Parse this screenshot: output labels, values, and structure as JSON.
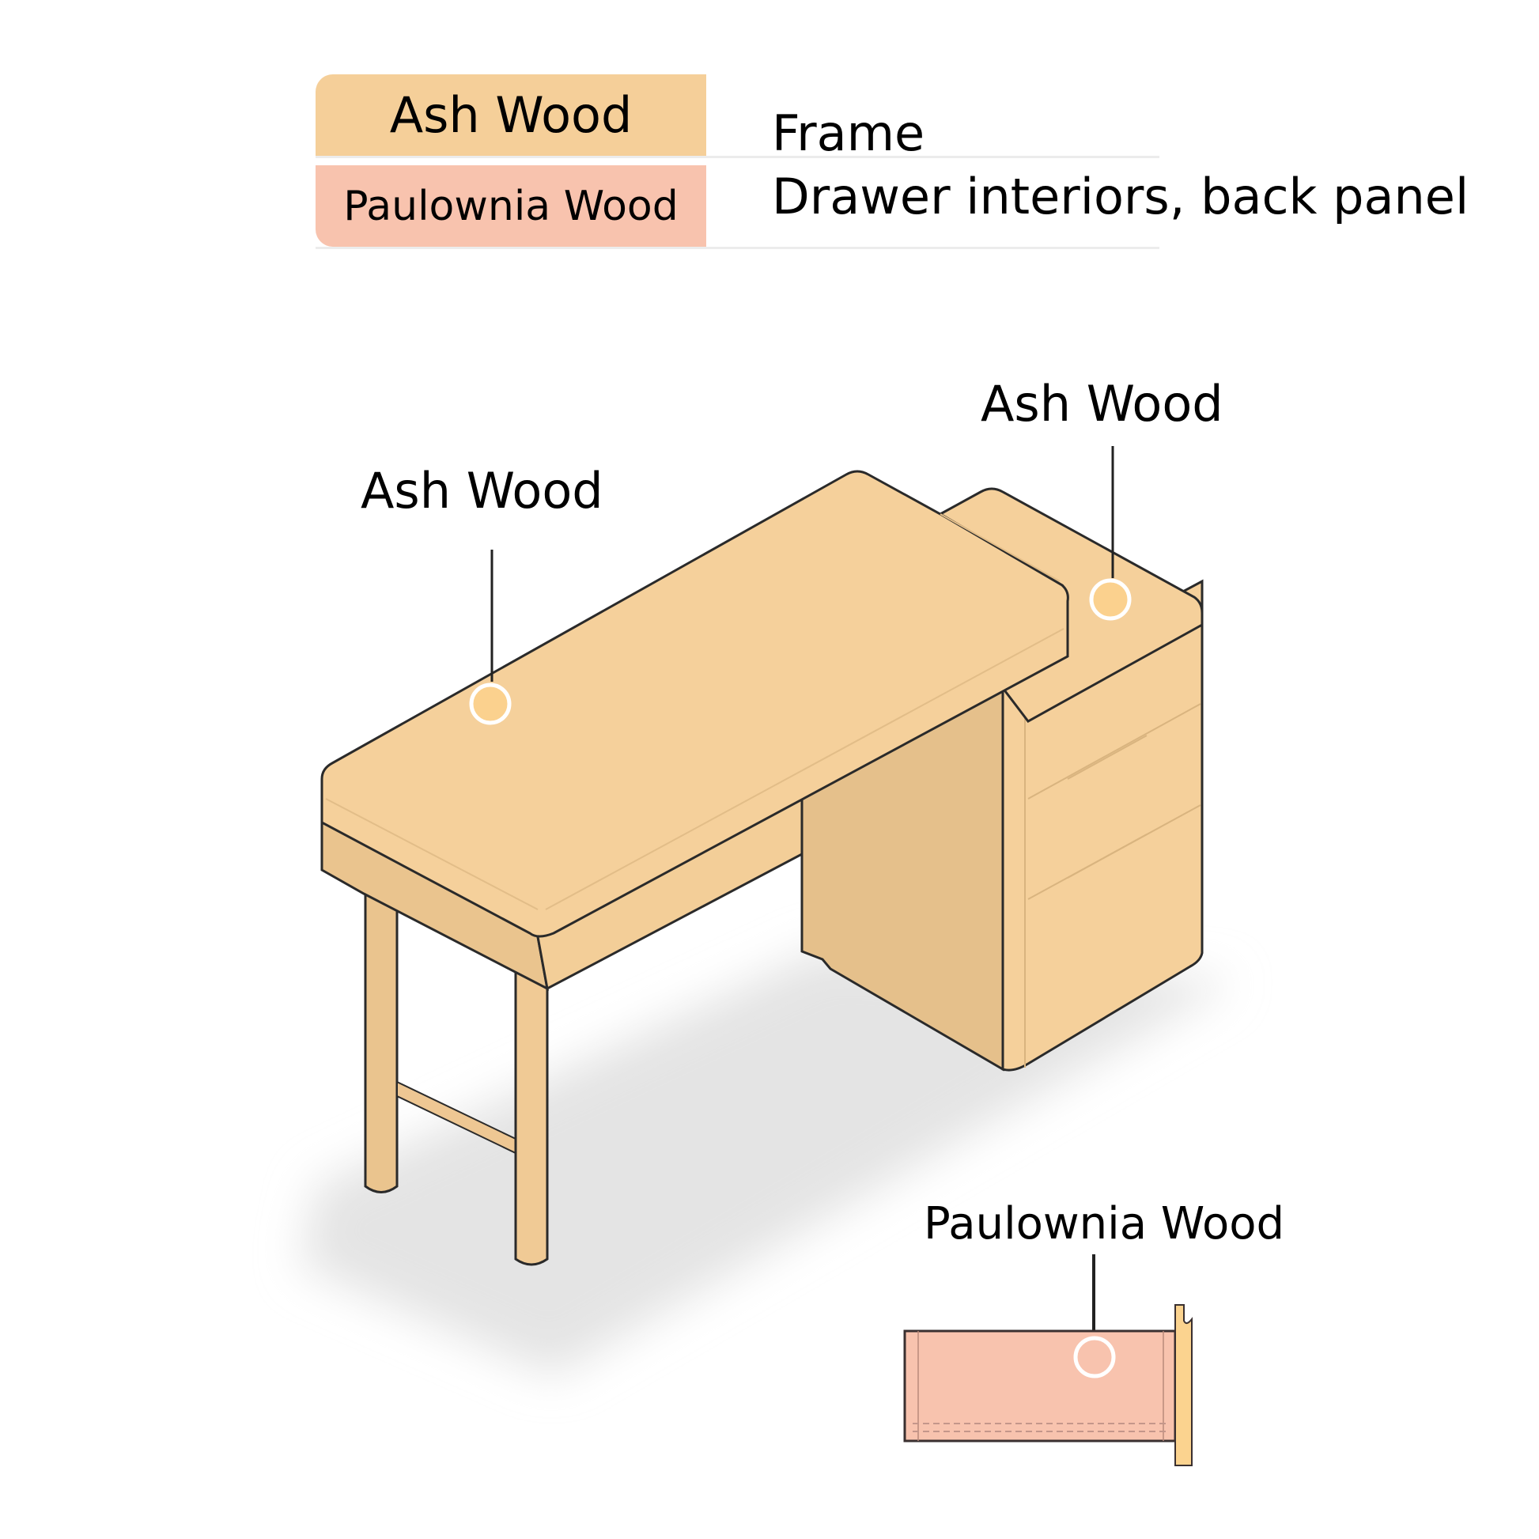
{
  "legend": {
    "rows": [
      {
        "material": "Ash Wood",
        "usage": "Frame",
        "color": "#f5cf99"
      },
      {
        "material": "Paulownia Wood",
        "usage": "Drawer interiors, back panel",
        "color": "#f8c3ae"
      }
    ]
  },
  "callouts": {
    "desktop": {
      "label": "Ash Wood",
      "material": "ash"
    },
    "cabinet": {
      "label": "Ash Wood",
      "material": "ash"
    },
    "drawer": {
      "label": "Paulownia Wood",
      "material": "paulownia"
    }
  },
  "colors": {
    "ash_top": "#f5d09b",
    "ash_side": "#e5c08b",
    "paulownia": "#f8c3ae",
    "outline": "#2a2a2a",
    "shadow": "#e6e6e6",
    "marker_fill": "#fbd18e",
    "marker_ring": "#ffffff"
  }
}
